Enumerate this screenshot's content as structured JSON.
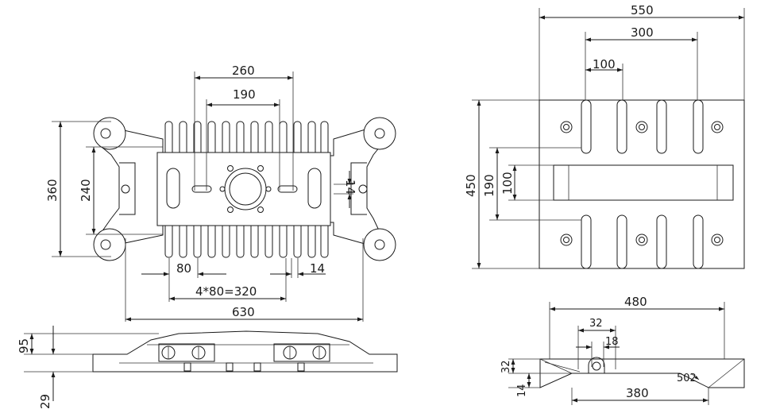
{
  "dimensions": {
    "front_260": "260",
    "front_190": "190",
    "front_360": "360",
    "front_240": "240",
    "front_14_right": "14",
    "front_80": "80",
    "front_14_bottom": "14",
    "front_pitch": "4*80=320",
    "front_630": "630",
    "side_95": "95",
    "side_29": "29",
    "top_550": "550",
    "top_300": "300",
    "top_100_h": "100",
    "top_450": "450",
    "top_190": "190",
    "top_100_v": "100",
    "sec_480": "480",
    "sec_32_top": "32",
    "sec_18": "18",
    "sec_32_left": "32",
    "sec_14": "14",
    "sec_502": "502",
    "sec_380": "380"
  }
}
